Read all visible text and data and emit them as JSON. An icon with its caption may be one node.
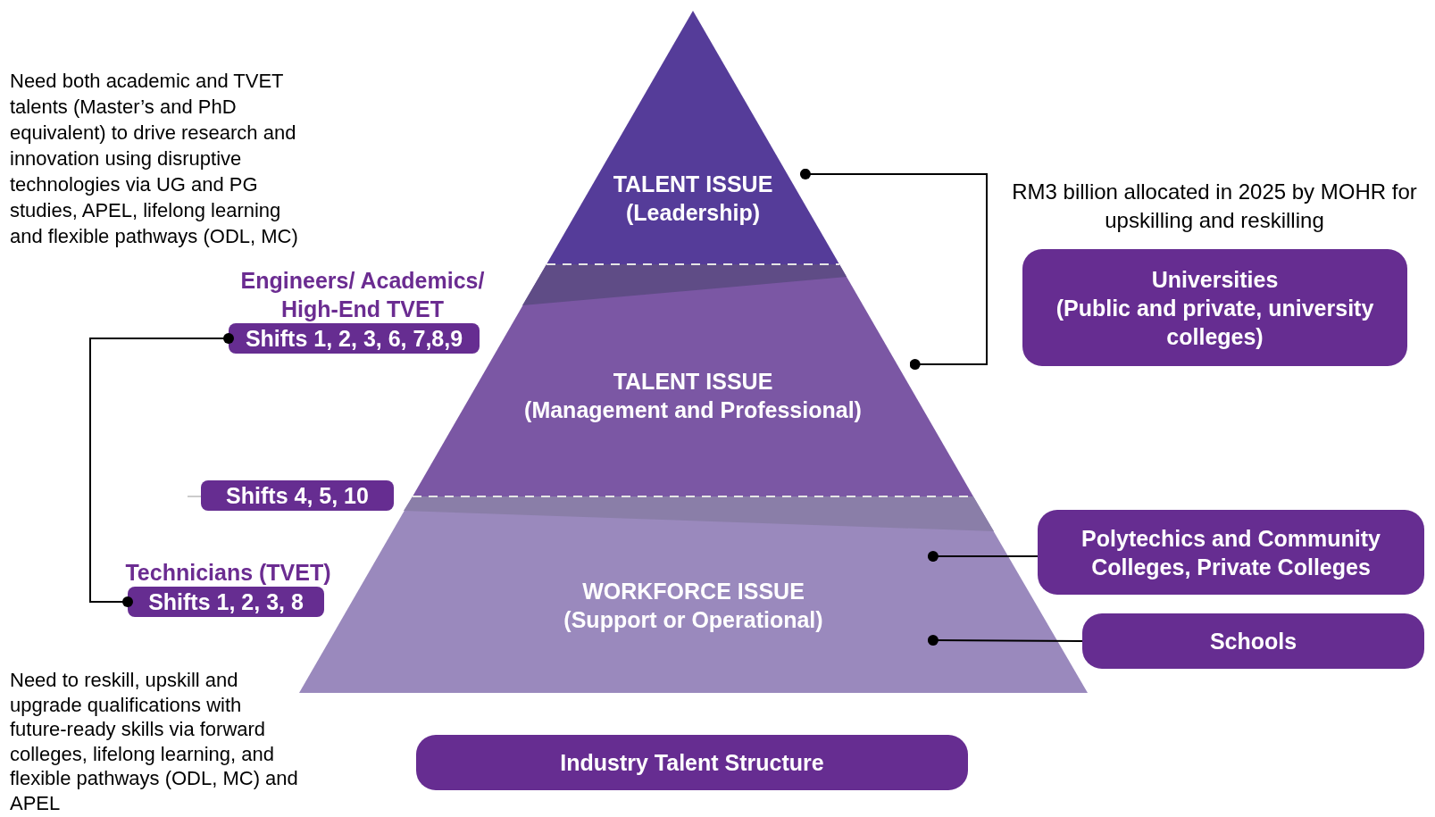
{
  "diagram": {
    "nodes": [
      {
        "text": [
          "TALENT ISSUE",
          "(Leadership)"
        ]
      },
      {
        "text": [
          "TALENT ISSUE",
          "(Management and Professional)"
        ]
      },
      {
        "text": [
          "WORKFORCE ISSUE",
          "(Support or Operational)"
        ]
      },
      {
        "text": [
          "Engineers/ Academics/ High-End TVET",
          "Shifts 1, 2, 3, 6, 7,8,9"
        ]
      },
      {
        "text": [
          "Shifts 4, 5, 10"
        ]
      },
      {
        "text": [
          "Technicians (TVET)",
          "Shifts 1, 2, 3, 8"
        ]
      },
      {
        "text": [
          "Universities",
          "(Public and private, university colleges)"
        ]
      },
      {
        "text": [
          "Polytechics and Community Colleges, Private Colleges"
        ]
      },
      {
        "text": [
          "Schools"
        ]
      },
      {
        "text": [
          "Industry Talent Structure"
        ]
      }
    ],
    "edges": [
      {
        "from": 3,
        "to": 5,
        "arrow": "other"
      },
      {
        "from": 0,
        "to": 1,
        "arrow": "other"
      },
      {
        "from": 2,
        "to": 7,
        "arrow": "other"
      },
      {
        "from": 2,
        "to": 8,
        "arrow": "other"
      }
    ],
    "labels": [
      "Need both academic and TVET talents (Master’s and PhD equivalent) to drive research and innovation using disruptive technologies via UG and PG studies, APEL, lifelong learning and flexible pathways (ODL, MC)",
      "RM3 billion allocated in 2025 by MOHR for upskilling and reskilling",
      "Need to reskill, upskill and upgrade qualifications with future-ready skills via forward colleges, lifelong learning, and flexible pathways (ODL, MC) and APEL"
    ]
  }
}
